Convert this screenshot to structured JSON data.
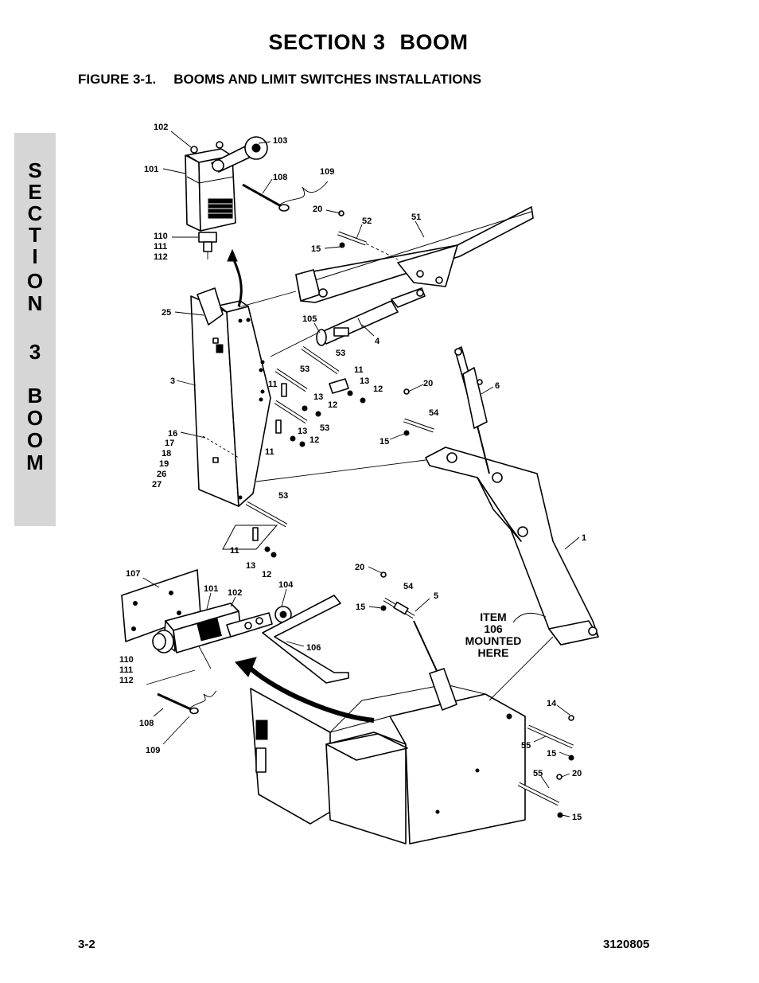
{
  "header": {
    "section_label": "SECTION 3",
    "section_name": "BOOM",
    "figure_number": "FIGURE 3-1.",
    "figure_title": "BOOMS AND LIMIT SWITCHES INSTALLATIONS"
  },
  "side_tab": {
    "letters": [
      "S",
      "E",
      "C",
      "T",
      "I",
      "O",
      "N",
      "3",
      "B",
      "O",
      "O",
      "M"
    ]
  },
  "callouts": {
    "c102a": "102",
    "c103": "103",
    "c101a": "101",
    "c108a": "108",
    "c109a": "109",
    "c110a": "110",
    "c111a": "111",
    "c112a": "112",
    "c20a": "20",
    "c52": "52",
    "c51": "51",
    "c15a": "15",
    "c25": "25",
    "c105": "105",
    "c4": "4",
    "c53a": "53",
    "c53b": "53",
    "c11a": "11",
    "c11b": "11",
    "c13a": "13",
    "c12a": "12",
    "c3": "3",
    "c13b": "13",
    "c12b": "12",
    "c53c": "53",
    "c20b": "20",
    "c6": "6",
    "c54a": "54",
    "c15b": "15",
    "c16": "16",
    "c17": "17",
    "c18": "18",
    "c19": "19",
    "c26": "26",
    "c27": "27",
    "c13c": "13",
    "c12c": "12",
    "c11c": "11",
    "c53d": "53",
    "c11d": "11",
    "c13d": "13",
    "c12d": "12",
    "c1": "1",
    "c107": "107",
    "c101b": "101",
    "c102b": "102",
    "c104": "104",
    "c20c": "20",
    "c54b": "54",
    "c5": "5",
    "c15c": "15",
    "c106": "106",
    "c110b": "110",
    "c111b": "111",
    "c112b": "112",
    "c108b": "108",
    "c109b": "109",
    "c14": "14",
    "c55a": "55",
    "c15d": "15",
    "c55b": "55",
    "c20d": "20",
    "c15e": "15"
  },
  "note": {
    "line1": "ITEM",
    "line2": "106",
    "line3": "MOUNTED",
    "line4": "HERE"
  },
  "footer": {
    "page_number": "3-2",
    "doc_number": "3120805"
  }
}
